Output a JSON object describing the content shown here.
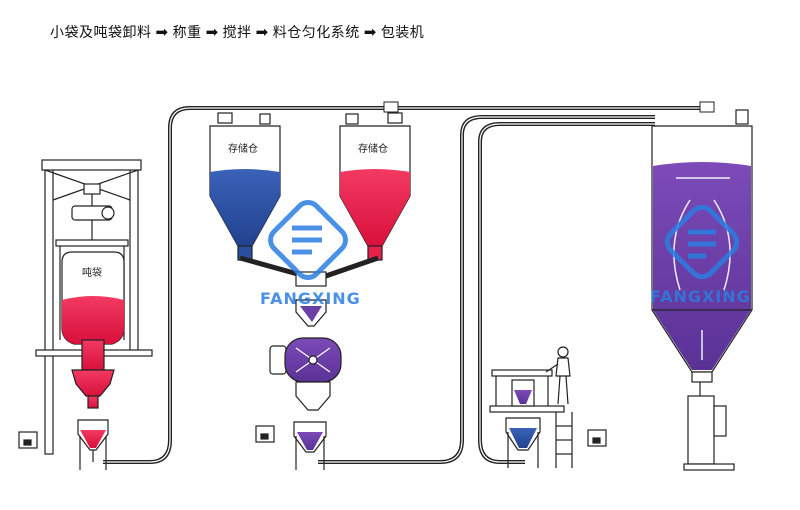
{
  "flow": {
    "step1": "小袋及吨袋卸料",
    "step2": "称重",
    "step3": "搅拌",
    "step4": "料仓匀化系统",
    "step5": "包装机",
    "arrow": "➡"
  },
  "labels": {
    "ton_bag": "吨袋",
    "storage_left": "存储仓",
    "storage_right": "存储仓"
  },
  "watermark": {
    "brand": "FANGXING"
  },
  "colors": {
    "red": "#e8204a",
    "blue": "#2b4fa0",
    "purple": "#6a3fa5",
    "line": "#222222",
    "watermark": "#2b7de0"
  }
}
